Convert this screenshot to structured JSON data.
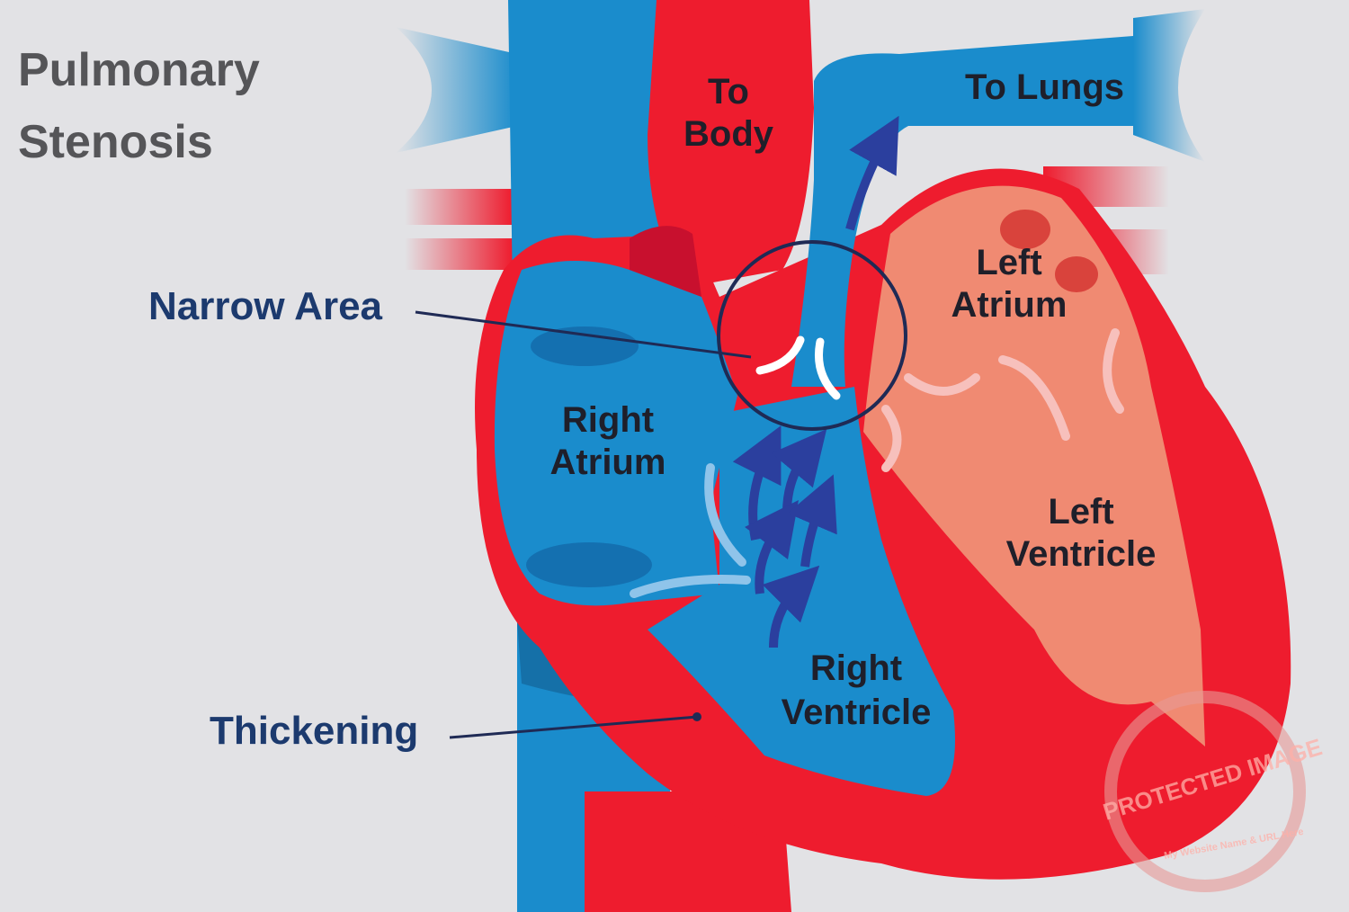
{
  "title": [
    "Pulmonary",
    "Stenosis"
  ],
  "labels": {
    "to_body": [
      "To",
      "Body"
    ],
    "to_lungs": "To Lungs",
    "left_atrium": [
      "Left",
      "Atrium"
    ],
    "right_atrium": [
      "Right",
      "Atrium"
    ],
    "left_ventricle": [
      "Left",
      "Ventricle"
    ],
    "right_ventricle": [
      "Right",
      "Ventricle"
    ],
    "narrow_area": "Narrow Area",
    "thickening": "Thickening"
  },
  "watermark": {
    "main": "PROTECTED IMAGE",
    "sub": "My Website Name & URL Here"
  },
  "colors": {
    "background": "#e2e2e5",
    "blood_red": "#ee1c2e",
    "deoxygenated_blue": "#1a8ccc",
    "left_chamber": "#f08a72",
    "arrow_navy": "#2b3f9e",
    "label_navy": "#1c3a6e"
  }
}
